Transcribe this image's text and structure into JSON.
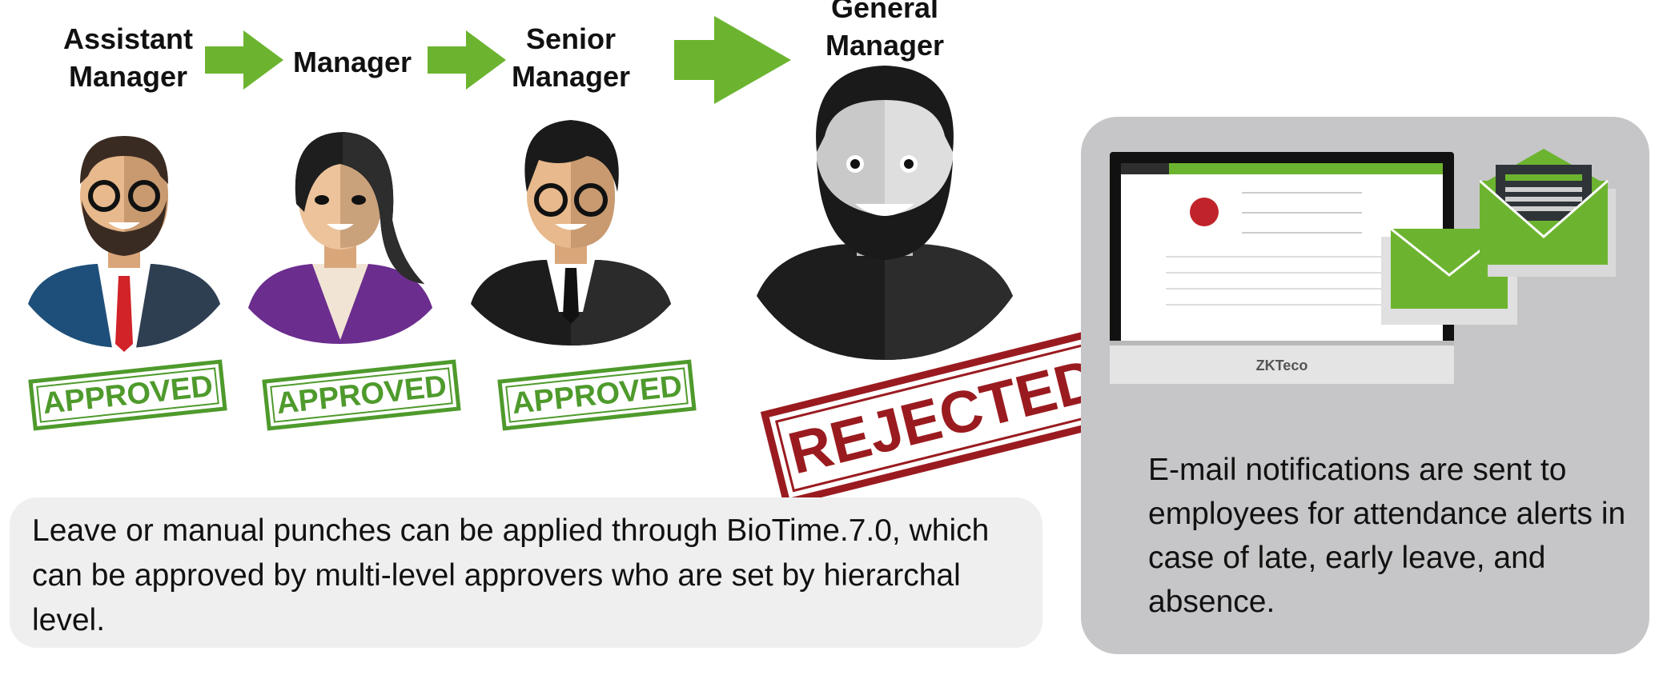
{
  "roles": [
    {
      "name": "Assistant\nManager"
    },
    {
      "name": "Manager"
    },
    {
      "name": "Senior\nManager"
    },
    {
      "name": "General\nManager"
    }
  ],
  "stamps": {
    "approved": "APPROVED",
    "rejected": "REJECTED"
  },
  "captions": {
    "left": "Leave or manual punches can be applied through BioTime.7.0, which can be approved by multi-level approvers who are set by hierarchal level.",
    "right": "E-mail notifications are sent to employees for attendance alerts in case of late, early leave, and absence."
  },
  "monitor": {
    "brand": "ZKTeco"
  },
  "colors": {
    "arrow": "#6cb42f",
    "approved": "#4e9a2c",
    "rejected": "#9a1b1f",
    "panel": "#c6c6c8",
    "note": "#efefef",
    "envelope": "#6cb42f"
  },
  "icons": [
    "arrow-right-icon",
    "assistant-manager-avatar",
    "manager-avatar",
    "senior-manager-avatar",
    "general-manager-avatar",
    "monitor-icon",
    "envelope-icon",
    "open-envelope-icon"
  ]
}
